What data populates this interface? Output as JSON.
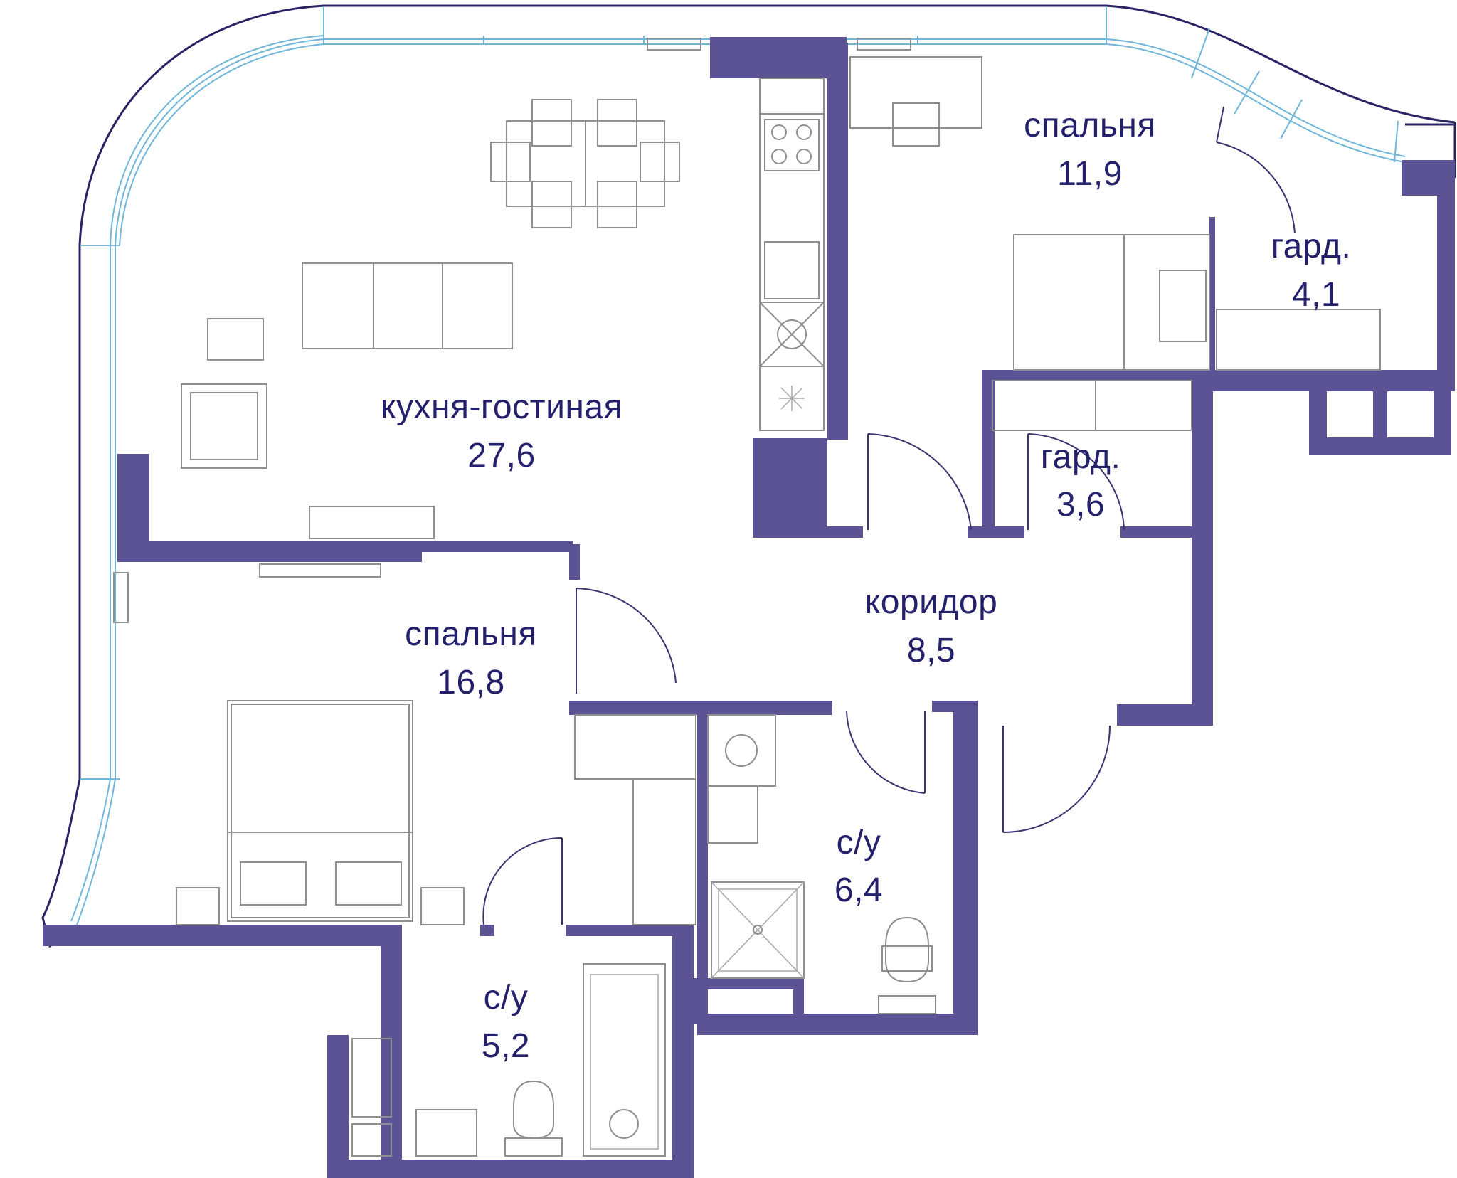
{
  "rooms": {
    "kitchen_living": {
      "name": "кухня-гостиная",
      "area": "27,6"
    },
    "bedroom_top": {
      "name": "спальня",
      "area": "11,9"
    },
    "wardrobe_right": {
      "name": "гард.",
      "area": "4,1"
    },
    "wardrobe_mid": {
      "name": "гард.",
      "area": "3,6"
    },
    "corridor": {
      "name": "коридор",
      "area": "8,5"
    },
    "bedroom_left": {
      "name": "спальня",
      "area": "16,8"
    },
    "bathroom_right": {
      "name": "с/у",
      "area": "6,4"
    },
    "bathroom_left": {
      "name": "с/у",
      "area": "5,2"
    }
  },
  "colors": {
    "wall": "#5b5393",
    "text": "#24206b",
    "glass": "#6fb6d9",
    "furniture": "#8f8f8f"
  }
}
